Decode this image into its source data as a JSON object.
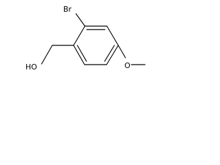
{
  "molecule": {
    "atoms": {
      "bromine": "Br",
      "hydroxyl": "HO",
      "methoxy_oxygen": "O"
    }
  },
  "colors": {
    "bond": "#000000",
    "label": "#000000",
    "background": "#ffffff"
  }
}
